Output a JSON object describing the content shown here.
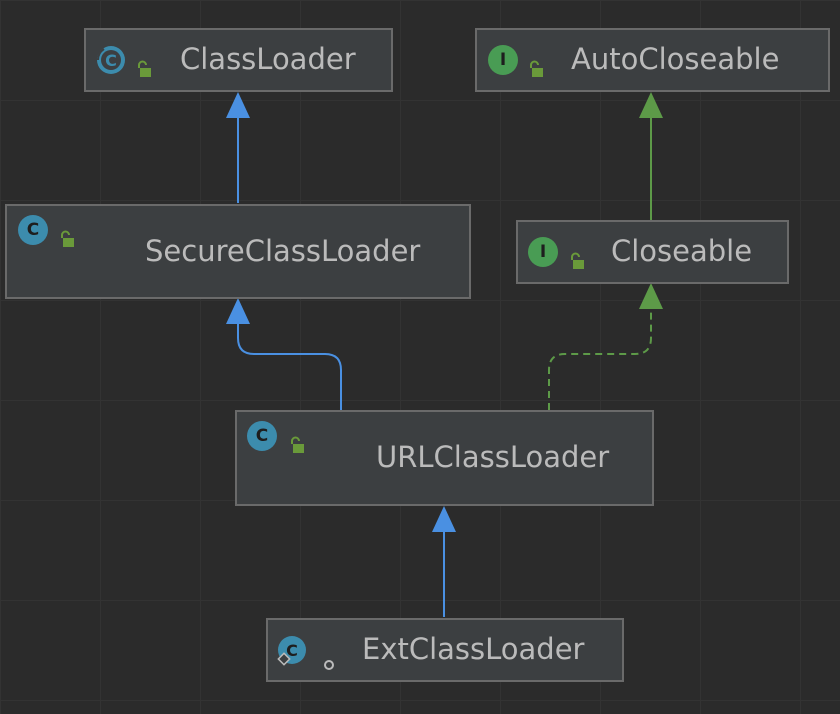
{
  "colors": {
    "background": "#2b2b2b",
    "node_fill": "#3c3f41",
    "node_border": "#6a6a6a",
    "text": "#bbbbbb",
    "extends_edge": "#4a90e2",
    "implements_edge": "#5d9a48",
    "class_badge": "#3c8cad",
    "interface_badge": "#499c54",
    "lock": "#6a9a3a"
  },
  "nodes": {
    "class_loader": {
      "name": "ClassLoader",
      "kind": "abstract-class",
      "badge": "C",
      "visibility": "public"
    },
    "auto_closeable": {
      "name": "AutoCloseable",
      "kind": "interface",
      "badge": "I",
      "visibility": "public"
    },
    "secure_class_loader": {
      "name": "SecureClassLoader",
      "kind": "class",
      "badge": "C",
      "visibility": "public"
    },
    "closeable": {
      "name": "Closeable",
      "kind": "interface",
      "badge": "I",
      "visibility": "public"
    },
    "url_class_loader": {
      "name": "URLClassLoader",
      "kind": "class",
      "badge": "C",
      "visibility": "public"
    },
    "ext_class_loader": {
      "name": "ExtClassLoader",
      "kind": "static-class",
      "badge": "C",
      "visibility": "package-private"
    }
  },
  "edges": [
    {
      "from": "secure_class_loader",
      "to": "class_loader",
      "relation": "extends"
    },
    {
      "from": "url_class_loader",
      "to": "secure_class_loader",
      "relation": "extends"
    },
    {
      "from": "ext_class_loader",
      "to": "url_class_loader",
      "relation": "extends"
    },
    {
      "from": "closeable",
      "to": "auto_closeable",
      "relation": "extends"
    },
    {
      "from": "url_class_loader",
      "to": "closeable",
      "relation": "implements"
    }
  ],
  "icons": {
    "class": "class-icon",
    "abstract_class": "abstract-class-icon",
    "interface": "interface-icon",
    "public": "unlocked-padlock-icon",
    "package_private": "circle-dot-icon",
    "static": "static-marker-icon"
  }
}
